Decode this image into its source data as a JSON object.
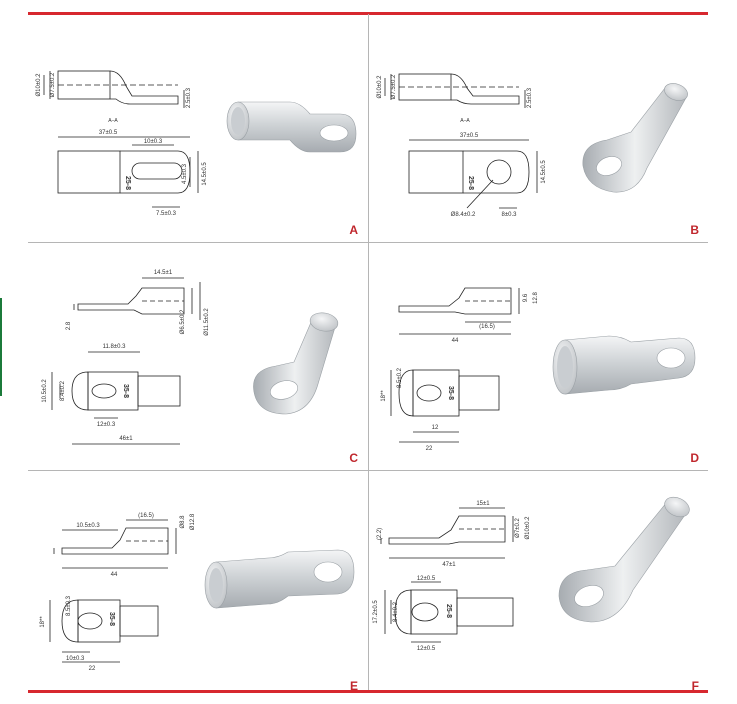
{
  "panels": [
    {
      "letter": "A",
      "dims": [
        "37±0.5",
        "10±0.3",
        "7.5±0.3",
        "14.5±0.5",
        "4.5±0.3",
        "Ø10±0.2",
        "Ø7.5±0.2",
        "2.5±0.3",
        "A–A"
      ],
      "marking": "25-8"
    },
    {
      "letter": "B",
      "dims": [
        "37±0.5",
        "14.5±0.5",
        "Ø8.4±0.2",
        "8±0.3",
        "Ø10±0.2",
        "Ø7.5±0.2",
        "2.5±0.3",
        "A–A"
      ],
      "marking": "25-8"
    },
    {
      "letter": "C",
      "dims": [
        "14.5±1",
        "Ø6.5±0.2",
        "Ø11.5±0.2",
        "2.8",
        "11.8±0.3",
        "10.5±0.2",
        "8.4±0.2",
        "12±0.3",
        "46±1"
      ],
      "marking": "35-8"
    },
    {
      "letter": "D",
      "dims": [
        "9.6",
        "12.8",
        "(16.5)",
        "44",
        "8.5±0.2",
        "18**",
        "12",
        "22"
      ],
      "marking": "35-8"
    },
    {
      "letter": "E",
      "dims": [
        "10.5±0.3",
        "(16.5)",
        "Ø8.8",
        "Ø12.8",
        "44",
        "8.5±0.3",
        "18**",
        "10±0.3",
        "22"
      ],
      "marking": "35-8"
    },
    {
      "letter": "F",
      "dims": [
        "(2.2)",
        "15±1",
        "Ø7±0.2",
        "Ø10±0.2",
        "47±1",
        "12±0.5",
        "17.2±0.5",
        "8.4±0.2",
        "12±0.5"
      ],
      "marking": "25-8"
    }
  ],
  "colors": {
    "accent": "#d7282f",
    "divider": "#b5b5b5"
  },
  "icons": [
    "cable-lug-photo"
  ]
}
